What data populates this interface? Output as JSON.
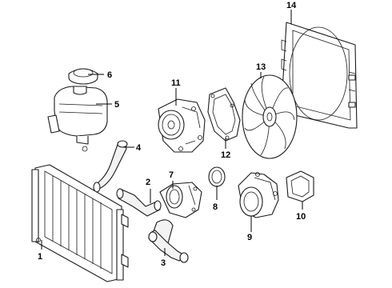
{
  "callouts": [
    {
      "id": "c1",
      "label": "1"
    },
    {
      "id": "c2",
      "label": "2"
    },
    {
      "id": "c3",
      "label": "3"
    },
    {
      "id": "c4",
      "label": "4"
    },
    {
      "id": "c5",
      "label": "5"
    },
    {
      "id": "c6",
      "label": "6"
    },
    {
      "id": "c7",
      "label": "7"
    },
    {
      "id": "c8",
      "label": "8"
    },
    {
      "id": "c9",
      "label": "9"
    },
    {
      "id": "c10",
      "label": "10"
    },
    {
      "id": "c11",
      "label": "11"
    },
    {
      "id": "c12",
      "label": "12"
    },
    {
      "id": "c13",
      "label": "13"
    },
    {
      "id": "c14",
      "label": "14"
    }
  ],
  "colors": {
    "line": "#1a1a1a",
    "background": "#ffffff"
  }
}
